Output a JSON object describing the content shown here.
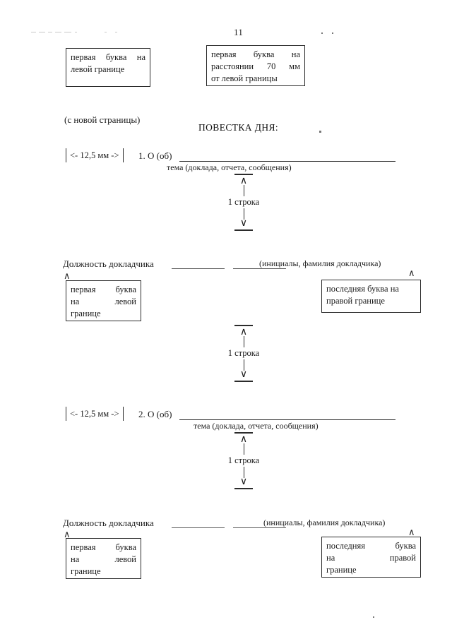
{
  "document": {
    "page_number": "11",
    "heading": "ПОВЕСТКА ДНЯ:",
    "new_page_note": "(с новой страницы)"
  },
  "callouts": {
    "first_letter_left_margin": {
      "lines": [
        "первая буква на",
        "левой границе"
      ]
    },
    "first_letter_70mm": {
      "lines": [
        "первая буква на",
        "расстоянии 70 мм",
        "от левой границы"
      ]
    },
    "first_letter_left_3line": {
      "lines": [
        "первая буква",
        "на левой",
        "границе"
      ]
    },
    "last_letter_right_2line": {
      "lines": [
        "последняя буква на",
        "правой границе"
      ]
    },
    "last_letter_right_3line": {
      "lines": [
        "последняя буква",
        "на правой",
        "границе"
      ]
    }
  },
  "measure": {
    "label": "<- 12,5 мм ->"
  },
  "items": [
    {
      "number": "1. О (об)",
      "caption": "тема (доклада, отчета, сообщения)",
      "speaker_role": "Должность докладчика",
      "speaker_name_caption": "(инициалы, фамилия докладчика)"
    },
    {
      "number": "2. О (об)",
      "caption": "тема (доклада, отчета, сообщения)",
      "speaker_role": "Должность докладчика",
      "speaker_name_caption": "(инициалы, фамилия докладчика)"
    }
  ],
  "spacers": [
    {
      "label": "1 строка",
      "arrow_up": "∧",
      "arrow_down": "∨"
    },
    {
      "label": "1 строка",
      "arrow_up": "∧",
      "arrow_down": "∨"
    },
    {
      "label": "1 строка",
      "arrow_up": "∧",
      "arrow_down": "∨"
    }
  ],
  "carets": {
    "up": "∧"
  }
}
